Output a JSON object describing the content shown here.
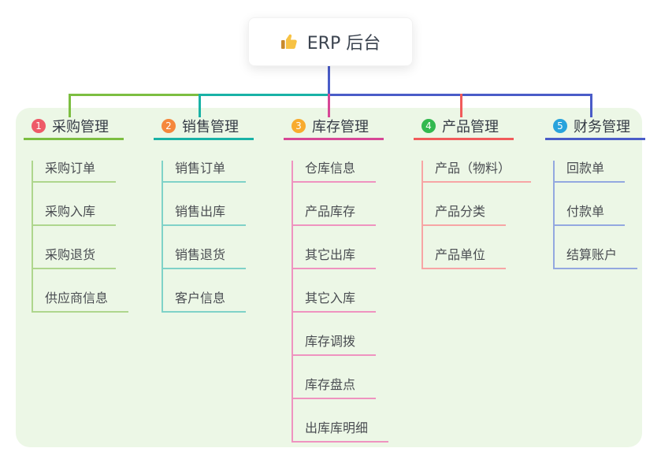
{
  "root": {
    "icon": "thumbs-up-icon",
    "label": "ERP 后台"
  },
  "colors": {
    "purchase_green": "#7cbe41",
    "sales_teal": "#19b2a6",
    "inventory_magenta": "#d74796",
    "product_red": "#f15b5b",
    "finance_blue": "#4a5cc8"
  },
  "branches": [
    {
      "index": "1",
      "label": "采购管理",
      "badge_color": "#ee5a68",
      "line_color": "#7cbe41",
      "child_line_color": "#aed68d",
      "children": [
        "采购订单",
        "采购入库",
        "采购退货",
        "供应商信息"
      ]
    },
    {
      "index": "2",
      "label": "销售管理",
      "badge_color": "#f5873c",
      "line_color": "#19b2a6",
      "child_line_color": "#7fd2c8",
      "children": [
        "销售订单",
        "销售出库",
        "销售退货",
        "客户信息"
      ]
    },
    {
      "index": "3",
      "label": "库存管理",
      "badge_color": "#f8ab2e",
      "line_color": "#d74796",
      "child_line_color": "#ef93c0",
      "children": [
        "仓库信息",
        "产品库存",
        "其它出库",
        "其它入库",
        "库存调拨",
        "库存盘点",
        "出库库明细"
      ]
    },
    {
      "index": "4",
      "label": "产品管理",
      "badge_color": "#33b950",
      "line_color": "#f15b5b",
      "child_line_color": "#f7a5a5",
      "children": [
        "产品（物料）",
        "产品分类",
        "产品单位"
      ]
    },
    {
      "index": "5",
      "label": "财务管理",
      "badge_color": "#29a3dc",
      "line_color": "#4a5cc8",
      "child_line_color": "#93a8e0",
      "children": [
        "回款单",
        "付款单",
        "结算账户"
      ]
    }
  ]
}
